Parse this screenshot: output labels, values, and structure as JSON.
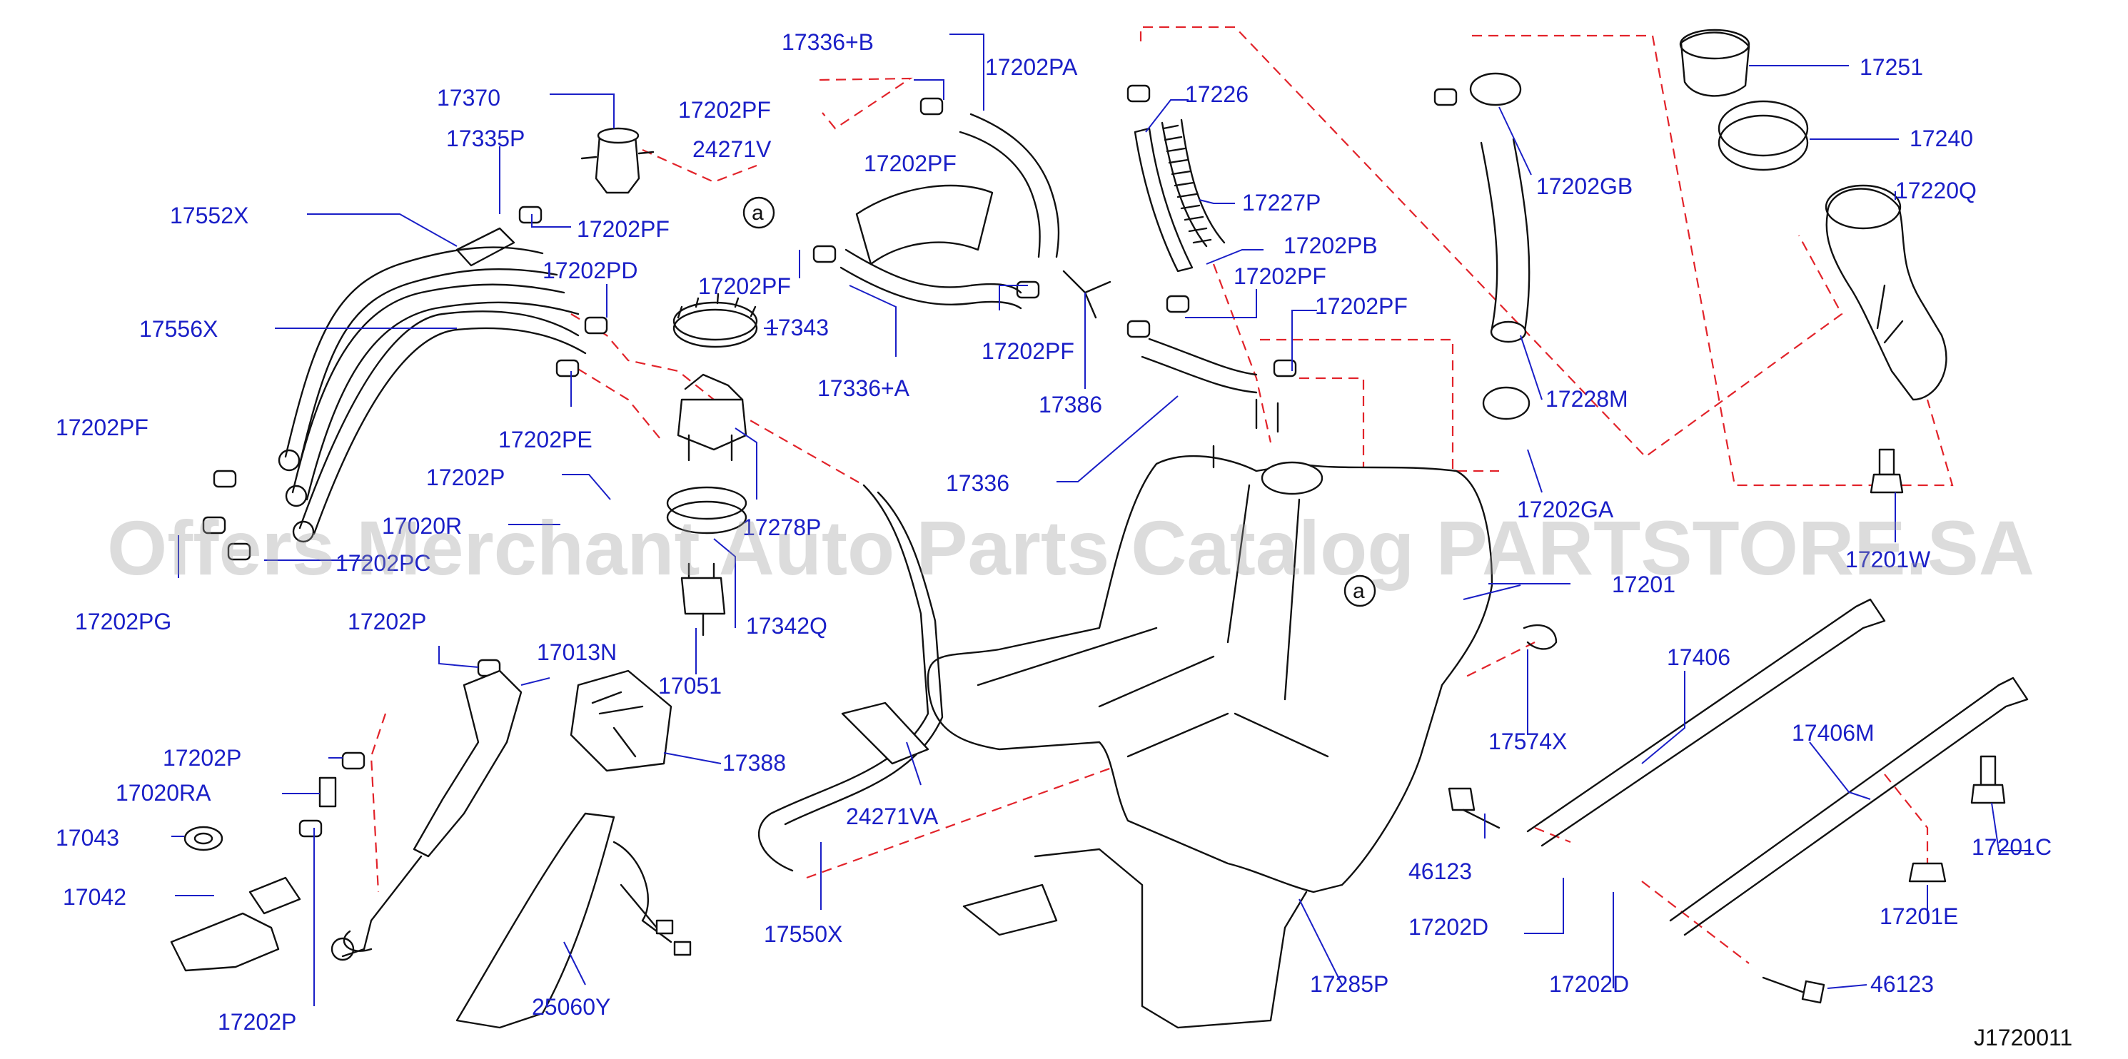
{
  "diagram": {
    "reference_code": "J1720011",
    "watermark": "Offers Merchant Auto Parts Catalog PARTSTORE.SA",
    "connector_marker": "a",
    "labels": {
      "p17336B": "17336+B",
      "p17202PA": "17202PA",
      "p17370": "17370",
      "p17202PF_a": "17202PF",
      "p24271V": "24271V",
      "p17335P": "17335P",
      "p17202PF_b": "17202PF",
      "p17552X": "17552X",
      "p17202PF_c": "17202PF",
      "p17202PD": "17202PD",
      "p17202PF_d": "17202PF",
      "p17343": "17343",
      "p17556X": "17556X",
      "p17336A": "17336+A",
      "p17202PF_e": "17202PF",
      "p17202PE": "17202PE",
      "p17202PF_f": "17202PF",
      "p17278P": "17278P",
      "p17202P_a": "17202P",
      "p17020R": "17020R",
      "p17202PC": "17202PC",
      "p17202PG": "17202PG",
      "p17342Q": "17342Q",
      "p17202P_b": "17202P",
      "p17051": "17051",
      "p17013N": "17013N",
      "p17388": "17388",
      "p17202P_c": "17202P",
      "p17020RA": "17020RA",
      "p17043": "17043",
      "p17042": "17042",
      "p24271VA": "24271VA",
      "p17202P_d": "17202P",
      "p17550X": "17550X",
      "p25060Y": "25060Y",
      "p17226": "17226",
      "p17227P": "17227P",
      "p17202PB": "17202PB",
      "p17202PF_g": "17202PF",
      "p17386": "17386",
      "p17202PF_h": "17202PF",
      "p17336": "17336",
      "p17202GB": "17202GB",
      "p17228M": "17228M",
      "p17202GA": "17202GA",
      "p17251": "17251",
      "p17240": "17240",
      "p17220Q": "17220Q",
      "p17201W": "17201W",
      "p17201": "17201",
      "p17574X": "17574X",
      "p17406": "17406",
      "p17406M": "17406M",
      "p17201C": "17201C",
      "p46123_a": "46123",
      "p17201E": "17201E",
      "p17202D_a": "17202D",
      "p17202D_b": "17202D",
      "p46123_b": "46123",
      "p17285P": "17285P"
    }
  }
}
